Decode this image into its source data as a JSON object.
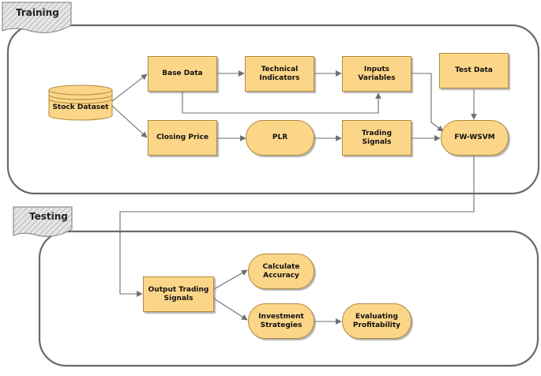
{
  "sections": {
    "training": "Training",
    "testing": "Testing"
  },
  "nodes": {
    "stock_dataset": "Stock Dataset",
    "base_data": "Base Data",
    "technical_indicators": "Technical\nIndicators",
    "inputs_variables": "Inputs Variables",
    "test_data": "Test Data",
    "closing_price": "Closing Price",
    "plr": "PLR",
    "trading_signals": "Trading Signals",
    "fw_wsvm": "FW-WSVM",
    "output_trading_signals": "Output Trading\nSignals",
    "calculate_accuracy": "Calculate\nAccuracy",
    "investment_strategies": "Investment\nStrategies",
    "evaluating_profitability": "Evaluating\nProfitability"
  },
  "colors": {
    "node_fill": "#fcd688",
    "node_border": "#b08a3e",
    "panel_border": "#707070",
    "arrow": "#707070",
    "tab_fill": "#e2e2e2"
  }
}
